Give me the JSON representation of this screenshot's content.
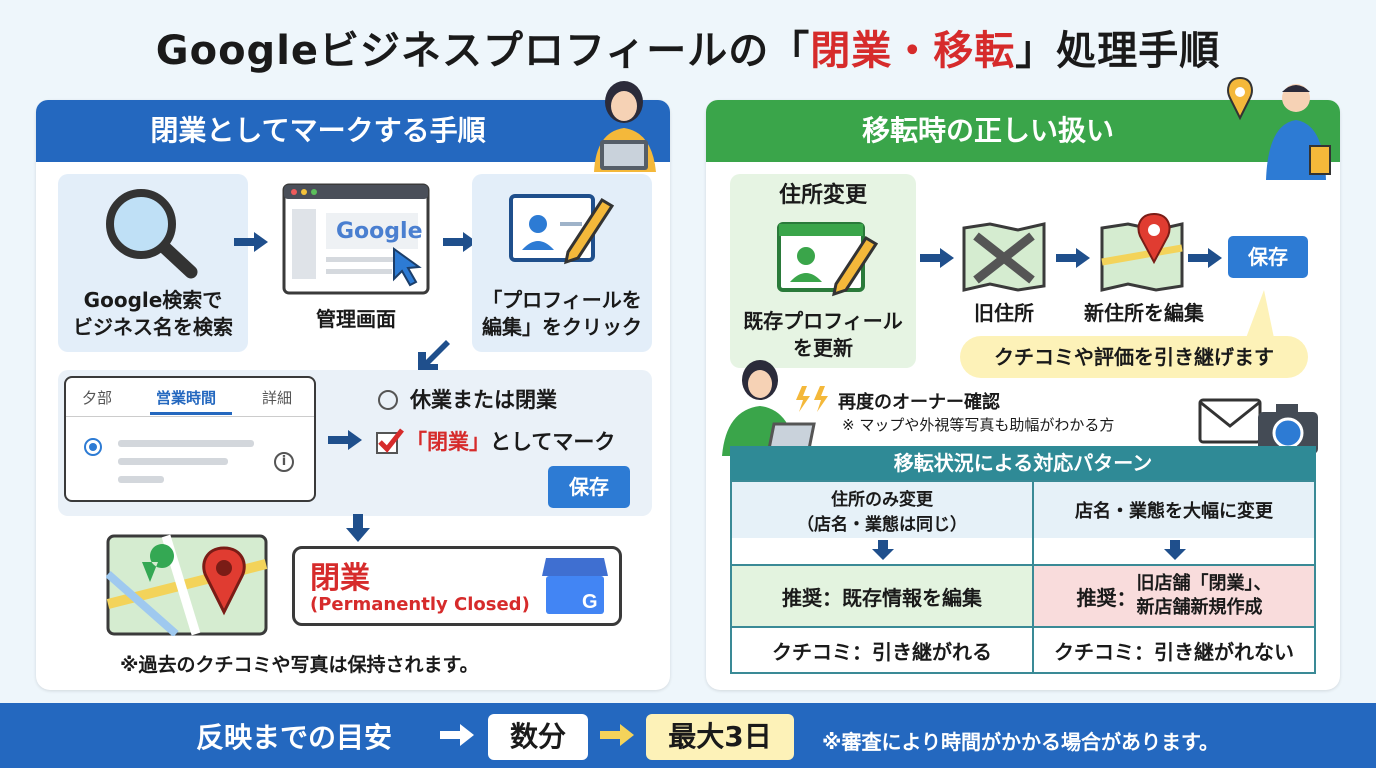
{
  "title": {
    "prefix": "Googleビジネスプロフィールの「",
    "highlight": "閉業・移転",
    "suffix": "」処理手順"
  },
  "left": {
    "header": "閉業としてマークする手順",
    "step1": {
      "line1": "Google検索で",
      "line2": "ビジネス名を検索"
    },
    "step2": {
      "label": "管理画面",
      "logo": "Google"
    },
    "step3": {
      "line1": "「プロフィールを",
      "line2": "編集」をクリック"
    },
    "tabs": [
      "夕部",
      "営業時間",
      "詳細"
    ],
    "option1": "休業または閉業",
    "option2_mark": "「閉業」",
    "option2_rest": "としてマーク",
    "save": "保存",
    "closed": {
      "label": "閉業",
      "sub": "(Permanently Closed)"
    },
    "note": "※過去のクチコミや写真は保持されます。"
  },
  "right": {
    "header": "移転時の正しい扱い",
    "address_change": "住所変更",
    "existing": {
      "line1": "既存プロフィール",
      "line2": "を更新"
    },
    "old_address": "旧住所",
    "new_address": "新住所を編集",
    "save": "保存",
    "bubble": "クチコミや評価を引き継げます",
    "recheck": "再度のオーナー確認",
    "recheck_note": "※ マップや外視等写真も助幅がわかる方",
    "table": {
      "title": "移転状況による対応パターン",
      "col1_head_line1": "住所のみ変更",
      "col1_head_line2": "（店名・業態は同じ）",
      "col2_head": "店名・業態を大幅に変更",
      "col1_rec_label": "推奨：",
      "col1_rec": "既存情報を編集",
      "col2_rec_label": "推奨：",
      "col2_rec_line1": "旧店舗「閉業」、",
      "col2_rec_line2": "新店舗新規作成",
      "col1_review": "クチコミ：引き継がれる",
      "col2_review": "クチコミ：引き継がれない"
    }
  },
  "footer": {
    "label": "反映までの目安",
    "step1": "数分",
    "step2": "最大3日",
    "note": "※審査により時間がかかる場合があります。"
  }
}
